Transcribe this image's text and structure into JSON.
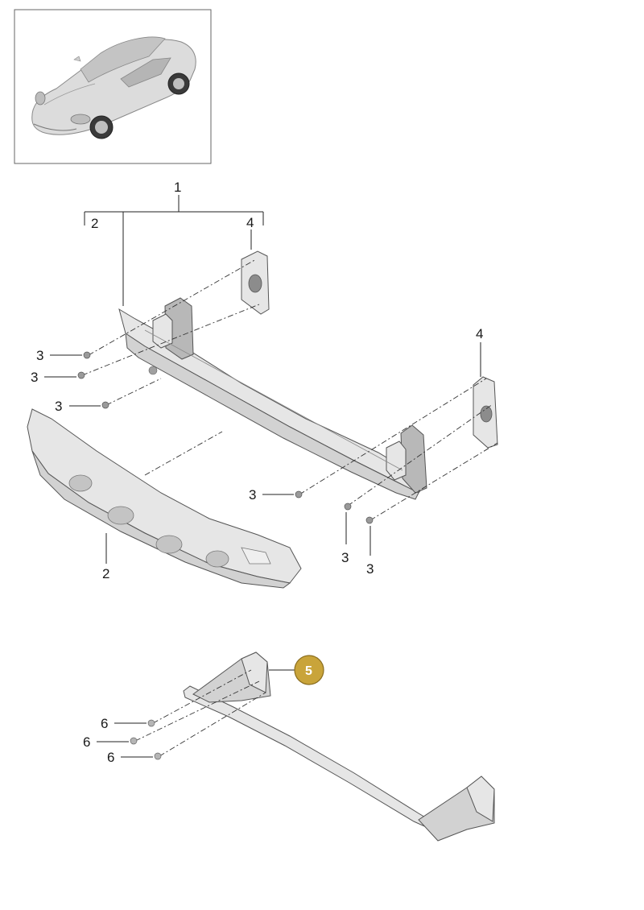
{
  "callouts": {
    "assembly_1": "1",
    "bracket_2": "2",
    "bracket_4": "4",
    "label_2_foam": "2",
    "label_4_left": "4",
    "label_4_right": "4",
    "screw_3_a": "3",
    "screw_3_b": "3",
    "screw_3_c": "3",
    "screw_3_d": "3",
    "screw_3_e": "3",
    "screw_3_f": "3",
    "nut_6_a": "6",
    "nut_6_b": "6",
    "nut_6_c": "6",
    "highlight_5": "5"
  },
  "colors": {
    "badge_fill": "#c9a43a",
    "badge_stroke": "#8a6d1e",
    "part_fill": "#e3e3e3",
    "outline": "#555555"
  },
  "icons": {
    "thumbnail": "sports-car-icon"
  }
}
